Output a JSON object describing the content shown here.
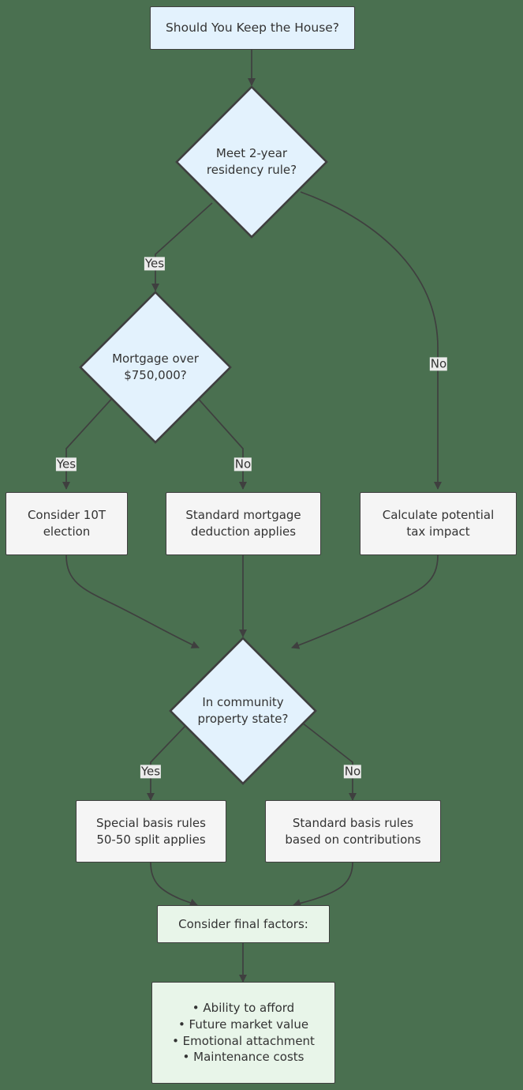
{
  "diagram": {
    "type": "flowchart",
    "title": "Should You Keep the House?",
    "background_color": "#4a7050",
    "palette": {
      "decision_fill": "#e3f2fd",
      "process_fill": "#f5f5f5",
      "result_fill": "#e8f5e9",
      "stroke": "#3f3f3f",
      "text": "#333333",
      "edge_label_fill": "#ececec"
    },
    "nodes": [
      {
        "id": "start",
        "shape": "rect",
        "style": "blue",
        "label": "Should You Keep the House?"
      },
      {
        "id": "residency",
        "shape": "diamond",
        "style": "blue",
        "label": "Meet 2-year\nresidency rule?"
      },
      {
        "id": "mortgage",
        "shape": "diamond",
        "style": "blue",
        "label": "Mortgage over\n$750,000?"
      },
      {
        "id": "election",
        "shape": "rect",
        "style": "grey",
        "label": "Consider 10T\nelection"
      },
      {
        "id": "standard_deduction",
        "shape": "rect",
        "style": "grey",
        "label": "Standard mortgage\ndeduction applies"
      },
      {
        "id": "tax_impact",
        "shape": "rect",
        "style": "grey",
        "label": "Calculate potential\ntax impact"
      },
      {
        "id": "community",
        "shape": "diamond",
        "style": "blue",
        "label": "In community\nproperty state?"
      },
      {
        "id": "special_basis",
        "shape": "rect",
        "style": "grey",
        "label": "Special basis rules\n50-50 split applies"
      },
      {
        "id": "standard_basis",
        "shape": "rect",
        "style": "grey",
        "label": "Standard basis rules\nbased on contributions"
      },
      {
        "id": "final_factors",
        "shape": "rect",
        "style": "green",
        "label": "Consider final factors:"
      },
      {
        "id": "factor_list",
        "shape": "rect",
        "style": "green",
        "label": "• Ability to afford\n• Future market value\n• Emotional attachment\n• Maintenance costs"
      }
    ],
    "edge_labels": {
      "residency_yes": "Yes",
      "residency_no": "No",
      "mortgage_yes": "Yes",
      "mortgage_no": "No",
      "community_yes": "Yes",
      "community_no": "No"
    },
    "edges": [
      {
        "from": "start",
        "to": "residency",
        "label": ""
      },
      {
        "from": "residency",
        "to": "mortgage",
        "label": "Yes"
      },
      {
        "from": "residency",
        "to": "tax_impact",
        "label": "No"
      },
      {
        "from": "mortgage",
        "to": "election",
        "label": "Yes"
      },
      {
        "from": "mortgage",
        "to": "standard_deduction",
        "label": "No"
      },
      {
        "from": "election",
        "to": "community",
        "label": ""
      },
      {
        "from": "standard_deduction",
        "to": "community",
        "label": ""
      },
      {
        "from": "tax_impact",
        "to": "community",
        "label": ""
      },
      {
        "from": "community",
        "to": "special_basis",
        "label": "Yes"
      },
      {
        "from": "community",
        "to": "standard_basis",
        "label": "No"
      },
      {
        "from": "special_basis",
        "to": "final_factors",
        "label": ""
      },
      {
        "from": "standard_basis",
        "to": "final_factors",
        "label": ""
      },
      {
        "from": "final_factors",
        "to": "factor_list",
        "label": ""
      }
    ]
  }
}
